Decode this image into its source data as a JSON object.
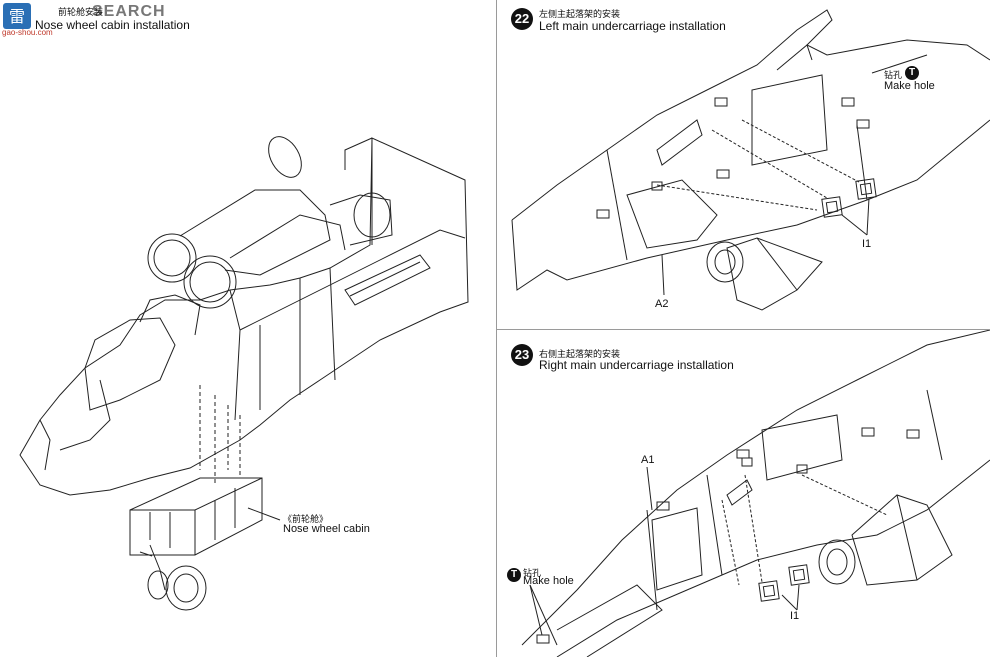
{
  "watermark": {
    "cn_label": "雷",
    "search_text": "SEARCH",
    "url": "gao-shou.com"
  },
  "step_left": {
    "title_cn": "前轮舱安装",
    "title_en": "ose wheel cabin installation",
    "title_en_cap": "N",
    "callout_cn": "《前轮舱》",
    "callout_en": "Nose wheel cabin"
  },
  "step_22": {
    "number": "22",
    "title_cn": "左侧主起落架的安装",
    "title_en": "Left main undercarriage installation",
    "drill_cn": "钻孔",
    "drill_en": "Make hole",
    "drill_mark": "T",
    "part_a": "A2",
    "part_i": "I1"
  },
  "step_23": {
    "number": "23",
    "title_cn": "右侧主起落架的安装",
    "title_en": "Right main undercarriage installation",
    "drill_cn": "钻孔",
    "drill_en": "Make hole",
    "drill_mark": "T",
    "part_a": "A1",
    "part_i": "I1"
  },
  "colors": {
    "line": "#222222",
    "divider": "#9a9a9a",
    "badge": "#111111"
  }
}
